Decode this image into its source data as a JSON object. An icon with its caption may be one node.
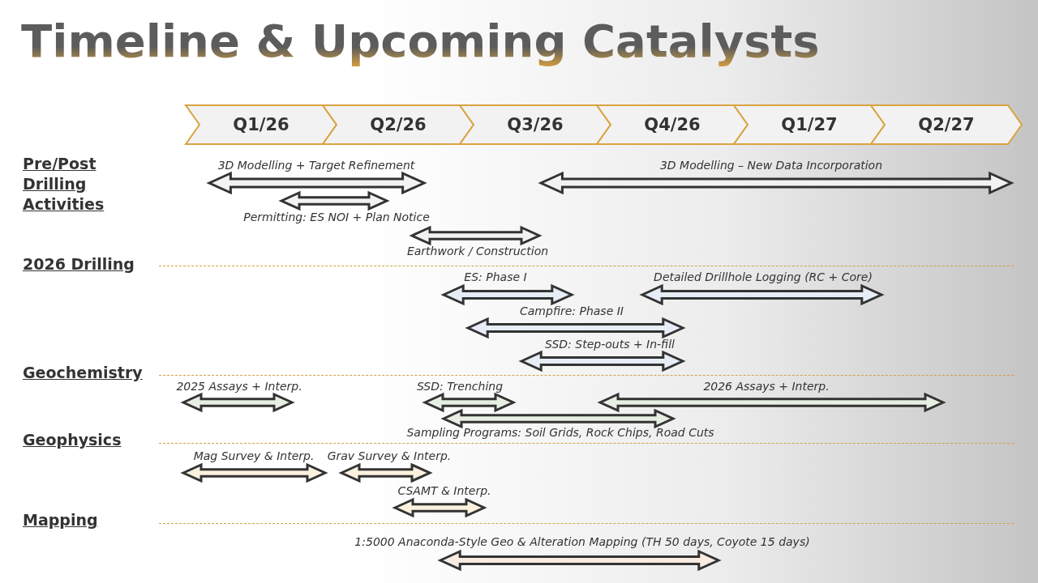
{
  "diagram": {
    "title": "Timeline & Upcoming Catalysts",
    "nodes": [
      {
        "text": [
          "Q1/26"
        ]
      },
      {
        "text": [
          "Q2/26"
        ]
      },
      {
        "text": [
          "Q3/26"
        ]
      },
      {
        "text": [
          "Q4/26"
        ]
      },
      {
        "text": [
          "Q1/27"
        ]
      },
      {
        "text": [
          "Q2/27"
        ]
      },
      {
        "text": [
          "3D Modelling + Target Refinement"
        ]
      },
      {
        "text": [
          "3D Modelling – New Data Incorporation"
        ]
      },
      {
        "text": [
          "Permitting: ES NOI + Plan Notice"
        ]
      },
      {
        "text": [
          "Earthwork / Construction"
        ]
      },
      {
        "text": [
          "ES: Phase I"
        ]
      },
      {
        "text": [
          "Detailed Drillhole Logging (RC + Core)"
        ]
      },
      {
        "text": [
          "Campfire: Phase II"
        ]
      },
      {
        "text": [
          "SSD: Step-outs + In-fill"
        ]
      },
      {
        "text": [
          "2025 Assays + Interp."
        ]
      },
      {
        "text": [
          "SSD: Trenching"
        ]
      },
      {
        "text": [
          "2026 Assays + Interp."
        ]
      },
      {
        "text": [
          "Sampling Programs: Soil Grids, Rock Chips, Road Cuts"
        ]
      },
      {
        "text": [
          "Mag Survey & Interp."
        ]
      },
      {
        "text": [
          "Grav Survey & Interp."
        ]
      },
      {
        "text": [
          "CSAMT & Interp."
        ]
      },
      {
        "text": [
          "1:5000 Anaconda-Style Geo & Alteration Mapping (TH 50 days, Coyote 15 days)"
        ]
      }
    ],
    "labels": [
      "Pre/Post Drilling Activities",
      "2026 Drilling",
      "Geochemistry",
      "Geophysics",
      "Mapping"
    ]
  }
}
